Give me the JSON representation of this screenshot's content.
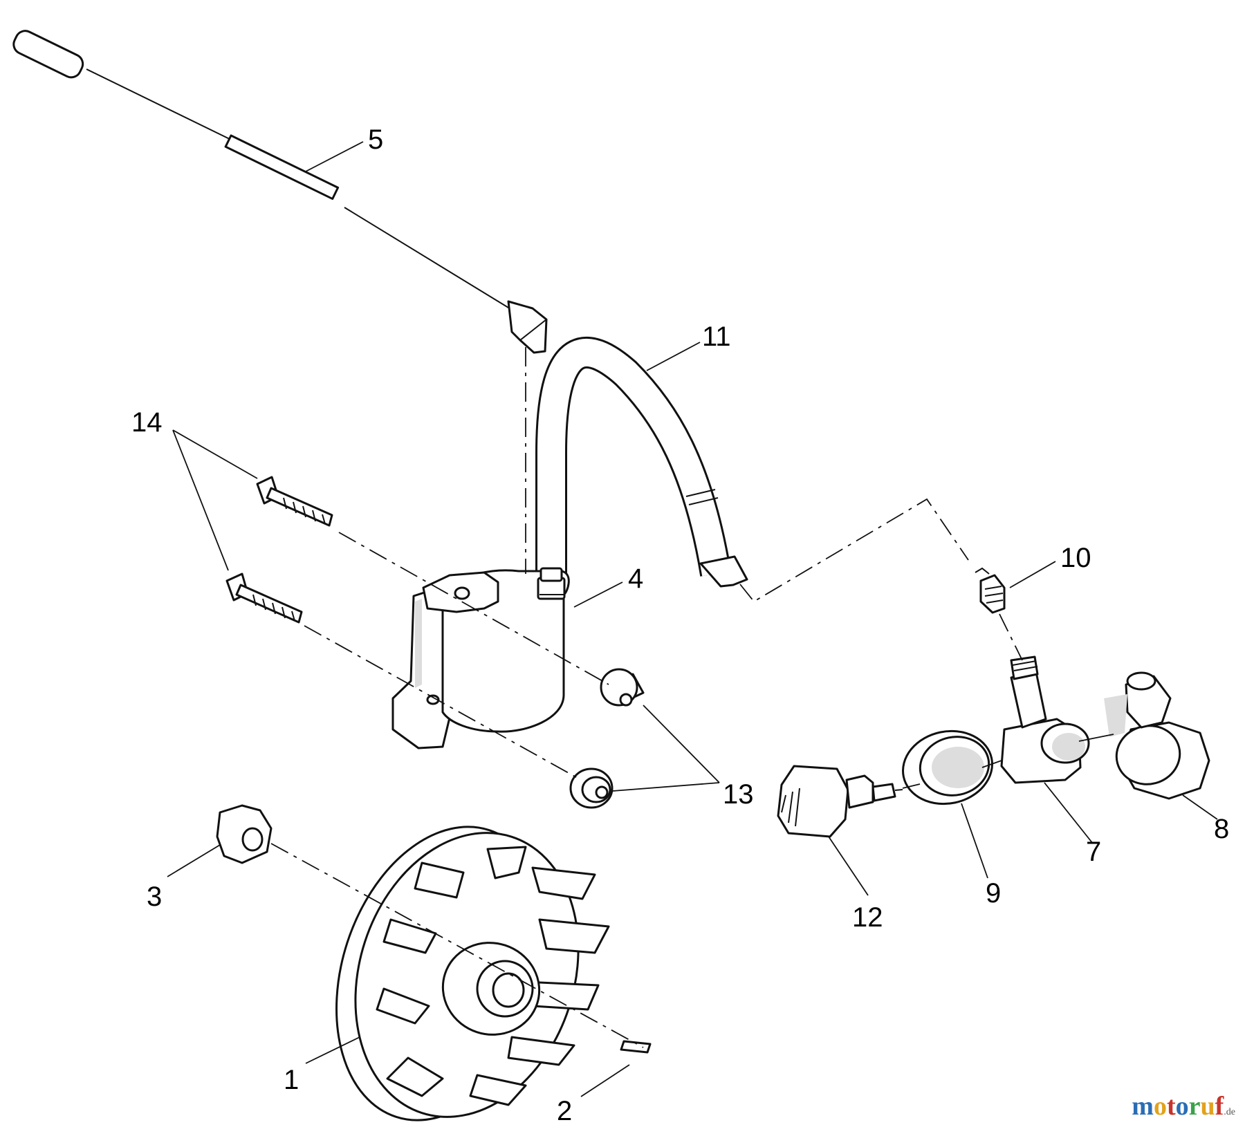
{
  "callouts": {
    "c1": "1",
    "c2": "2",
    "c3": "3",
    "c4": "4",
    "c5": "5",
    "c7": "7",
    "c8": "8",
    "c9": "9",
    "c10": "10",
    "c11": "11",
    "c12": "12",
    "c13": "13",
    "c14": "14"
  },
  "watermark": {
    "letters": [
      "m",
      "o",
      "t",
      "o",
      "r",
      "u",
      "f"
    ],
    "colors": [
      "#2a6db5",
      "#e2a21c",
      "#c8342c",
      "#2a6db5",
      "#3aa14a",
      "#e2a21c",
      "#c8342c"
    ],
    "suffix": ".de"
  }
}
